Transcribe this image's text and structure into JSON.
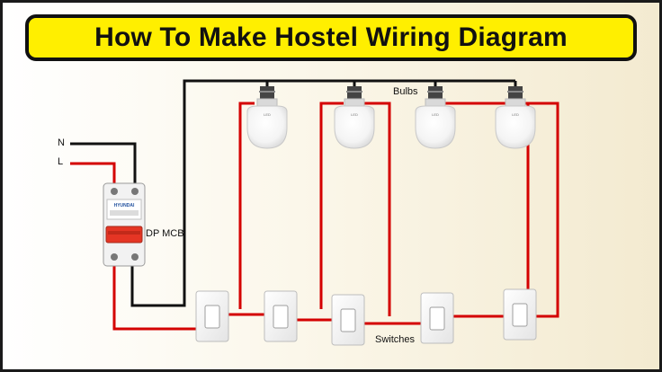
{
  "title": "How To Make Hostel Wiring Diagram",
  "labels": {
    "neutral": "N",
    "live": "L",
    "mcb": "DP MCB",
    "bulbs": "Bulbs",
    "switches": "Switches"
  },
  "mcb_brand": "HYUNDAI",
  "colors": {
    "title_bg": "#ffef00",
    "live_wire": "#d40000",
    "neutral_wire": "#111111",
    "mcb_toggle": "#e53524"
  }
}
